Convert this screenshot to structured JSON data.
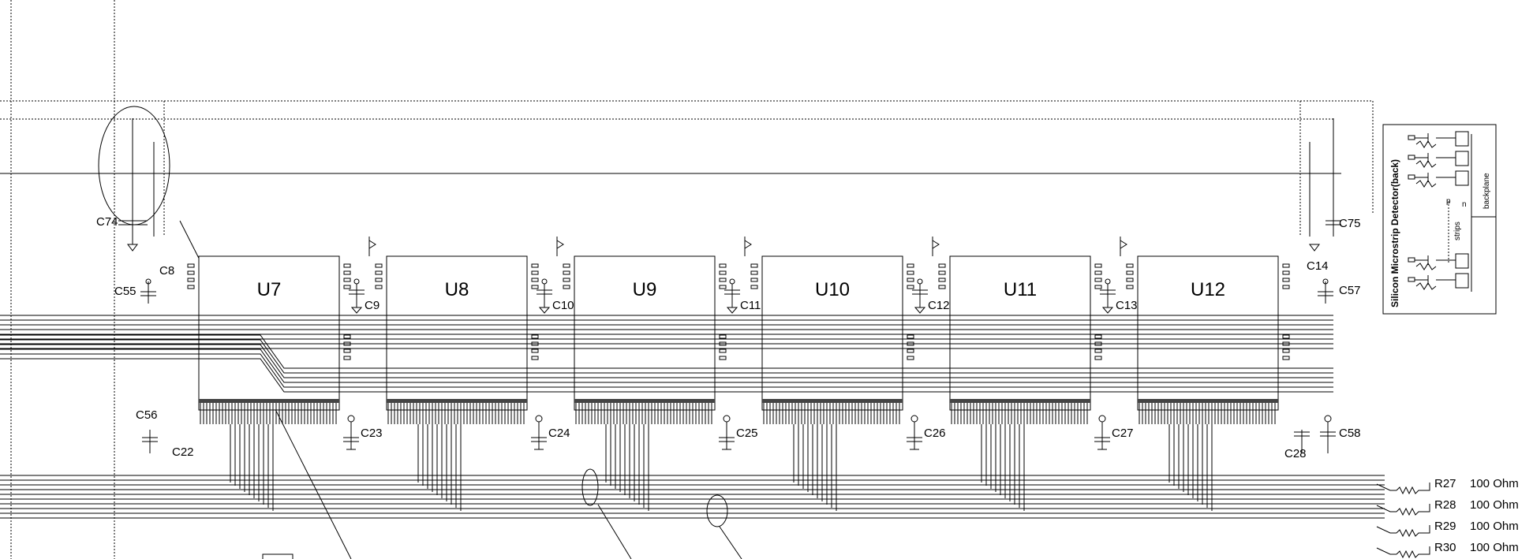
{
  "chips": [
    "U7",
    "U8",
    "U9",
    "U10",
    "U11",
    "U12"
  ],
  "top_caps": [
    "C9",
    "C10",
    "C11",
    "C12",
    "C13"
  ],
  "bottom_caps": [
    "C23",
    "C24",
    "C25",
    "C26",
    "C27"
  ],
  "side_labels": {
    "c74": "C74",
    "c75": "C75",
    "c8": "C8",
    "c55": "C55",
    "c14": "C14",
    "c57": "C57",
    "c56": "C56",
    "c22": "C22",
    "c28": "C28",
    "c58": "C58"
  },
  "resistors": [
    {
      "ref": "R27",
      "value": "100 Ohm"
    },
    {
      "ref": "R28",
      "value": "100 Ohm"
    },
    {
      "ref": "R29",
      "value": "100 Ohm"
    },
    {
      "ref": "R30",
      "value": "100 Ohm"
    }
  ],
  "detector": {
    "title": "Silicon Microstrip Detector(back)",
    "backplane": "backplane",
    "strips": "strips",
    "p": "p",
    "n": "n"
  }
}
